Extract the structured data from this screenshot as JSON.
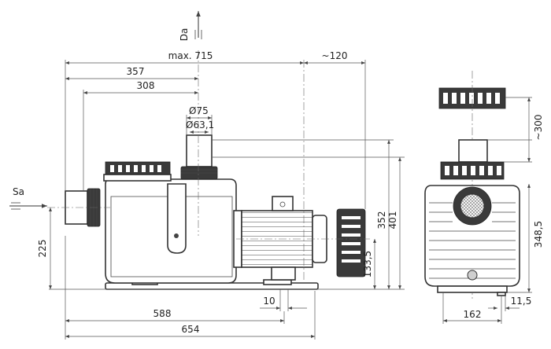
{
  "flow_labels": {
    "suction": "Sa",
    "discharge": "Da"
  },
  "dimensions": {
    "max_length": "max. 715",
    "motor_overhang": "~120",
    "suction_to_discharge_outer": "357",
    "suction_to_discharge_inner": "308",
    "outlet_outer_diameter": "Ø75",
    "outlet_inner_diameter": "Ø63,1",
    "suction_height": "225",
    "motor_axis_height": "133,5",
    "outlet_height": "352",
    "total_height": "401",
    "foot_width": "10",
    "mount_hole_spacing": "588",
    "base_length": "654",
    "lid_clearance": "~300",
    "side_height": "348,5",
    "side_foot_width": "162",
    "side_foot_slot": "11,5"
  }
}
